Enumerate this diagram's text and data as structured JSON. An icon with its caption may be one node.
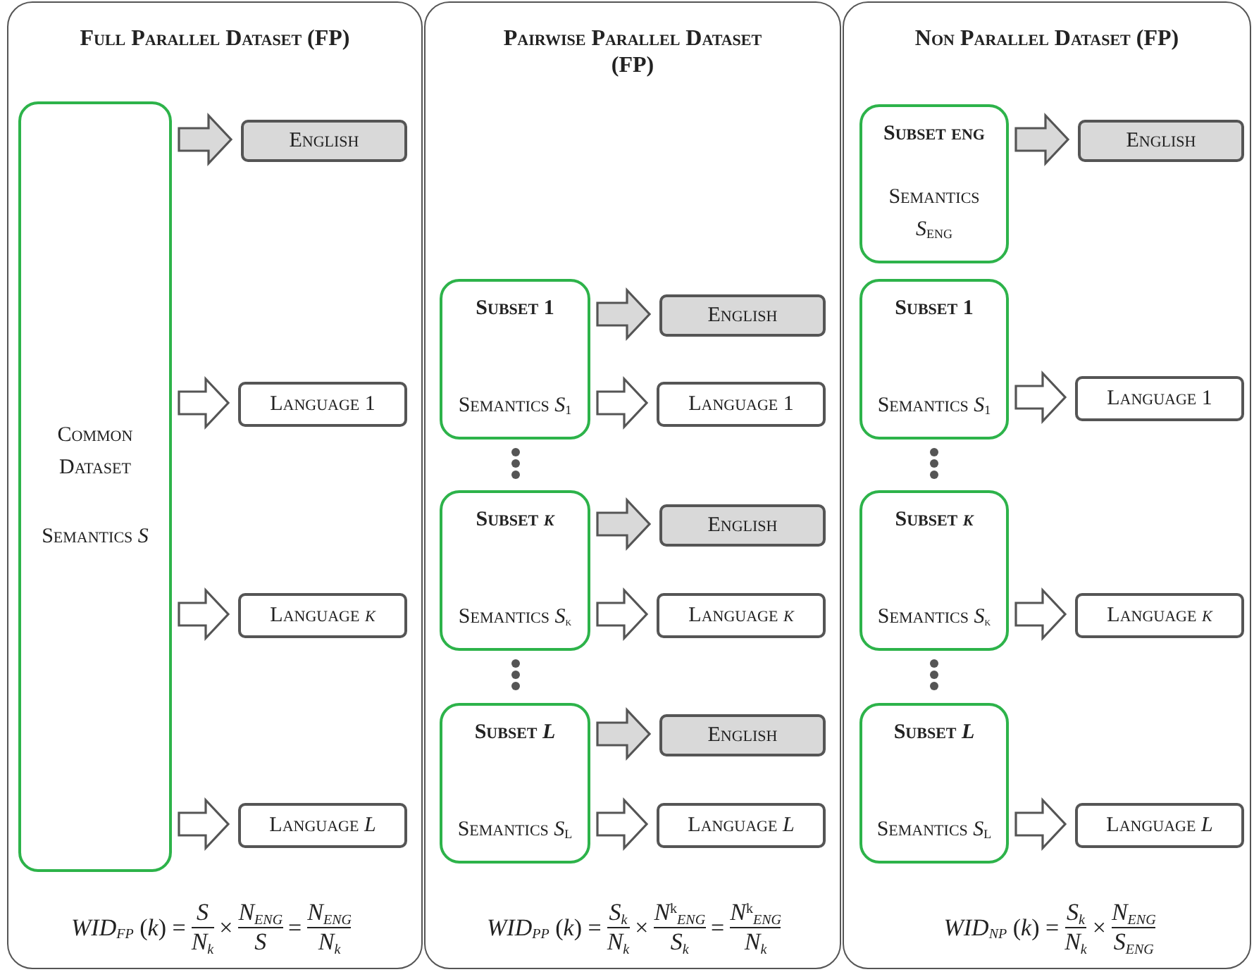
{
  "diagram": {
    "nodes": [
      {
        "text": [
          "Full Parallel Dataset (FP)"
        ]
      },
      {
        "text": [
          "Common Dataset",
          "Semantics *S*"
        ],
        "in": 0
      },
      {
        "text": [
          "English"
        ],
        "in": 0
      },
      {
        "text": [
          "Language 1"
        ],
        "in": 0
      },
      {
        "text": [
          "Language *k*"
        ],
        "in": 0
      },
      {
        "text": [
          "Language *L*"
        ],
        "in": 0
      },
      {
        "text": [
          "Pairwise Parallel Dataset (FP)"
        ]
      },
      {
        "text": [
          "Subset 1",
          "Semantics *S*$_{1}$"
        ],
        "in": 6
      },
      {
        "text": [
          "English"
        ],
        "in": 6
      },
      {
        "text": [
          "Language 1"
        ],
        "in": 6
      },
      {
        "text": [
          "Subset *k*",
          "Semantics *S*$_{k}$"
        ],
        "in": 6
      },
      {
        "text": [
          "English"
        ],
        "in": 6
      },
      {
        "text": [
          "Language *k*"
        ],
        "in": 6
      },
      {
        "text": [
          "Subset *L*",
          "Semantics *S*$_{L}$"
        ],
        "in": 6
      },
      {
        "text": [
          "English"
        ],
        "in": 6
      },
      {
        "text": [
          "Language *L*"
        ],
        "in": 6
      },
      {
        "text": [
          "Non Parallel Dataset (FP)"
        ]
      },
      {
        "text": [
          "Subset eng",
          "Semantics *S*$_{ENG}$"
        ],
        "in": 16
      },
      {
        "text": [
          "English"
        ],
        "in": 16
      },
      {
        "text": [
          "Subset 1",
          "Semantics *S*$_{1}$"
        ],
        "in": 16
      },
      {
        "text": [
          "Language 1"
        ],
        "in": 16
      },
      {
        "text": [
          "Subset *k*",
          "Semantics *S*$_{k}$"
        ],
        "in": 16
      },
      {
        "text": [
          "Language *k*"
        ],
        "in": 16
      },
      {
        "text": [
          "Subset *L*",
          "Semantics *S*$_{L}$"
        ],
        "in": 16
      },
      {
        "text": [
          "Language *L*"
        ],
        "in": 16
      }
    ],
    "edges": [
      {
        "from": 1,
        "to": 2,
        "arrow": "to",
        "color": "#d9d9d9"
      },
      {
        "from": 1,
        "to": 3,
        "arrow": "to"
      },
      {
        "from": 1,
        "to": 4,
        "arrow": "to"
      },
      {
        "from": 1,
        "to": 5,
        "arrow": "to"
      },
      {
        "from": 7,
        "to": 8,
        "arrow": "to",
        "color": "#d9d9d9"
      },
      {
        "from": 7,
        "to": 9,
        "arrow": "to"
      },
      {
        "from": 10,
        "to": 11,
        "arrow": "to",
        "color": "#d9d9d9"
      },
      {
        "from": 10,
        "to": 12,
        "arrow": "to"
      },
      {
        "from": 13,
        "to": 14,
        "arrow": "to",
        "color": "#d9d9d9"
      },
      {
        "from": 13,
        "to": 15,
        "arrow": "to"
      },
      {
        "from": 17,
        "to": 18,
        "arrow": "to",
        "color": "#d9d9d9"
      },
      {
        "from": 19,
        "to": 20,
        "arrow": "to"
      },
      {
        "from": 21,
        "to": 22,
        "arrow": "to"
      },
      {
        "from": 23,
        "to": 24,
        "arrow": "to"
      }
    ],
    "labels": [
      "*WID*$_{FP}$ (*k*) =",
      "*S*",
      "*N*$_{k}$",
      "×",
      "*N*$_{ENG}$",
      "*S*",
      "=",
      "*N*$_{ENG}$",
      "*N*$_{k}$",
      "*WID*$_{PP}$ (*k*) =",
      "*S*$_{k}$",
      "*N*$_{k}$",
      "×",
      "*N*$^{k}$$_{ENG}$",
      "*S*$_{k}$",
      "=",
      "*N*$^{k}$$_{ENG}$",
      "*N*$_{k}$",
      "*WID*$_{NP}$ (*k*) =",
      "*S*$_{k}$",
      "*N*$_{k}$",
      "×",
      "*N*$_{ENG}$",
      "*S*$_{ENG}$"
    ]
  }
}
